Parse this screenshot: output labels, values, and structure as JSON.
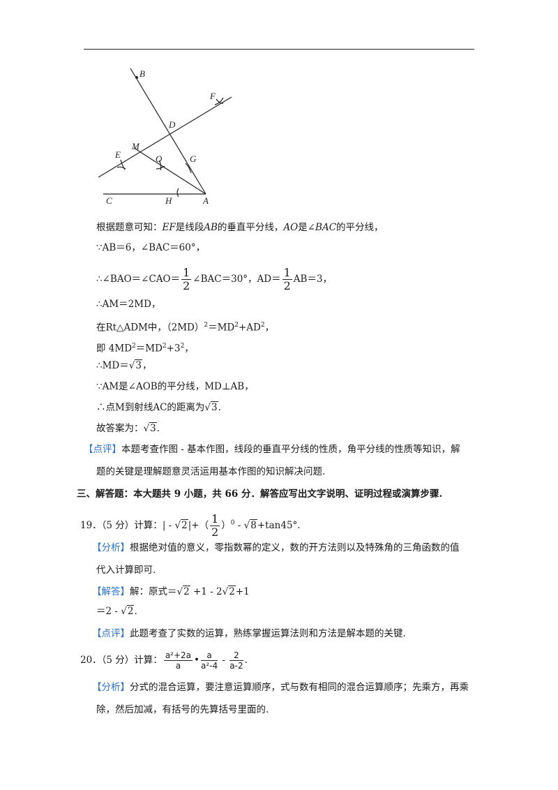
{
  "figure": {
    "labels": [
      "B",
      "F",
      "D",
      "M",
      "E",
      "O",
      "G",
      "C",
      "H",
      "A"
    ]
  },
  "solution_q18": {
    "l1_pre": "根据题意可知：",
    "l1_EF": "EF",
    "l1_mid1": "是线段",
    "l1_AB": "AB",
    "l1_mid2": "的垂直平分线，",
    "l1_AO": "AO",
    "l1_mid3": "是∠",
    "l1_BAC": "BAC",
    "l1_end": "的平分线，",
    "l2": "∵AB＝6，∠BAC＝60°，",
    "l3_a": "∴∠BAO＝∠CAO＝",
    "l3_fnum": "1",
    "l3_fden": "2",
    "l3_b": "∠BAC＝30°，AD＝",
    "l3_c": "AB＝3，",
    "l4": "∴AM＝2MD，",
    "l5_a": "在Rt△ADM中，（2MD）",
    "l5_b": "＝MD",
    "l5_c": "+AD",
    "l5_d": "，",
    "l6_a": "即 4MD",
    "l6_b": "＝MD",
    "l6_c": "+3",
    "l6_d": "，",
    "l7_a": "∴MD＝",
    "l7_rad": "3",
    "l7_b": "，",
    "l8": "∵AM是∠AOB的平分线，MD⊥AB，",
    "l9_a": "∴点M到射线AC的距离为",
    "l9_rad": "3",
    "l9_b": ".",
    "l10_a": "故答案为：",
    "l10_rad": "3",
    "l10_b": ".",
    "comment_tag": "【点评】",
    "comment_1": "本题考查作图 - 基本作图，线段的垂直平分线的性质，角平分线的性质等知识，解",
    "comment_2": "题的关键是理解题意灵活运用基本作图的知识解决问题."
  },
  "section3": {
    "heading": "三、解答题：本大题共 9 小题，共 66 分．解答应写出文字说明、证明过程或演算步骤."
  },
  "q19": {
    "label": "19．（5 分）计算：",
    "abs_open": "| - ",
    "rad1": "2",
    "abs_close": "|+（",
    "fnum": "1",
    "fden": "2",
    "after_frac": "）",
    "exp0": "0",
    "minus": " - ",
    "rad2": "8",
    "tail": "+tan45°.",
    "analysis_tag": "【分析】",
    "analysis_1": "根据绝对值的意义，零指数幂的定义，数的开方法则以及特殊角的三角函数的值",
    "analysis_2": "代入计算即可.",
    "answer_tag": "【解答】",
    "answer_a": "解：原式＝",
    "answer_rad1": "2",
    "answer_b": " +1 - 2",
    "answer_rad2": "2",
    "answer_c": "+1",
    "answer2_a": "＝2 - ",
    "answer2_rad": "2",
    "answer2_b": ".",
    "comment_tag": "【点评】",
    "comment": "此题考查了实数的运算，熟练掌握运算法则和方法是解本题的关键."
  },
  "q20": {
    "label": "20．（5 分）计算：",
    "f1num": "a²+2a",
    "f1den": "a",
    "dot": "•",
    "f2num": "a",
    "f2den": "a²-4",
    "minus": " - ",
    "f3num": "2",
    "f3den": "a-2",
    "end": ".",
    "analysis_tag": "【分析】",
    "analysis_1": "分式的混合运算，要注意运算顺序，式与数有相同的混合运算顺序；先乘方，再乘",
    "analysis_2": "除，然后加减，有括号的先算括号里面的."
  },
  "colors": {
    "tag": "#2b74c9",
    "text": "#1a1a1a"
  }
}
